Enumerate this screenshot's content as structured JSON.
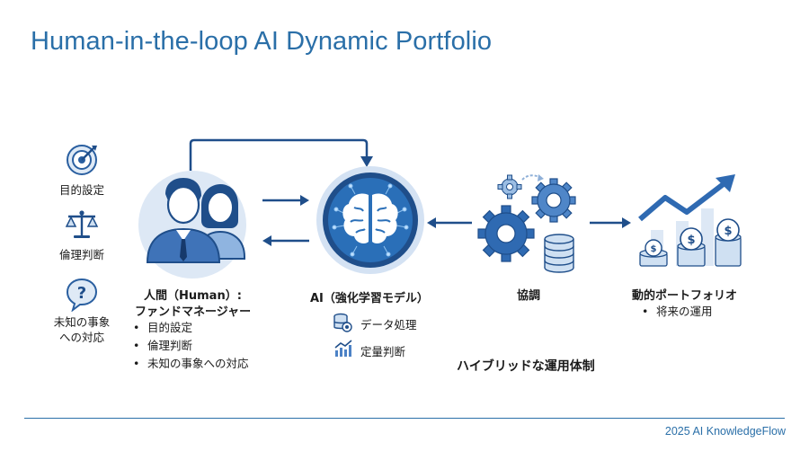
{
  "title": "Human-in-the-loop AI Dynamic Portfolio",
  "left_icons": [
    {
      "icon": "target-icon",
      "label": "目的設定"
    },
    {
      "icon": "scales-icon",
      "label": "倫理判断"
    },
    {
      "icon": "question-icon",
      "label": "未知の事象\nへの対応"
    }
  ],
  "human": {
    "icon": "people-icon",
    "title_line1": "人間（Human）:",
    "title_line2": "ファンドマネージャー",
    "items": [
      "目的設定",
      "倫理判断",
      "未知の事象への対応"
    ]
  },
  "ai": {
    "icon": "brain-icon",
    "title": "AI（強化学習モデル）",
    "items": [
      {
        "icon": "database-icon",
        "label": "データ処理"
      },
      {
        "icon": "chart-icon",
        "label": "定量判断"
      }
    ]
  },
  "cooperation": {
    "icon": "gears-coins-icon",
    "title": "協調",
    "caption": "ハイブリッドな運用体制"
  },
  "portfolio": {
    "icon": "growth-coins-icon",
    "title": "動的ポートフォリオ",
    "items": [
      "将来の運用"
    ]
  },
  "colors": {
    "accent": "#2a6fa8",
    "icon_dark": "#1f4e8a",
    "icon_light": "#6d9fd6"
  },
  "footer": "2025 AI KnowledgeFlow"
}
